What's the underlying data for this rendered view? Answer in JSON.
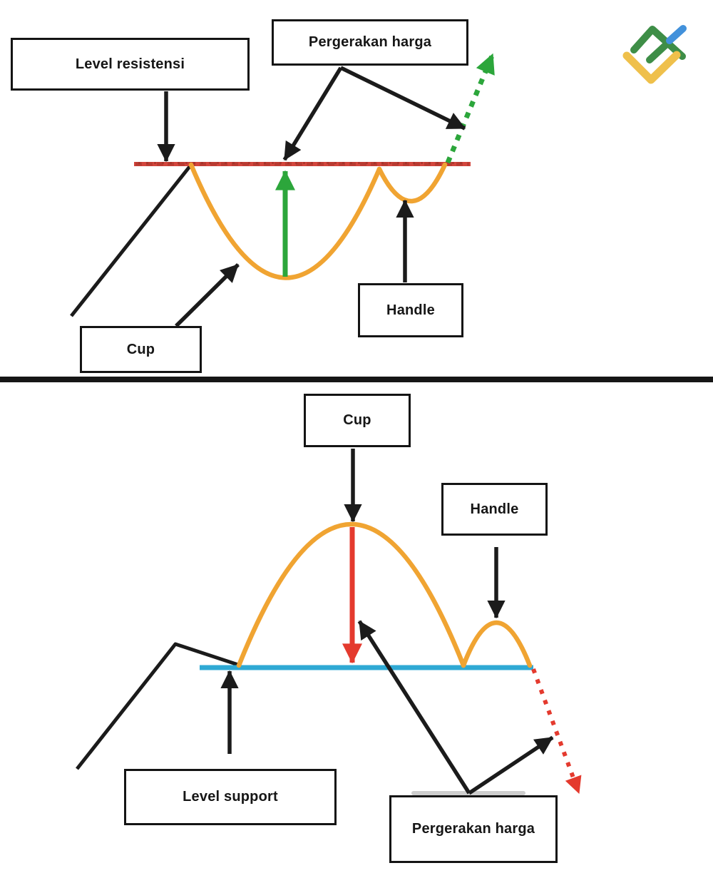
{
  "colors": {
    "background": "#ffffff",
    "ink": "#1b1b1b",
    "box-border": "#141414",
    "text": "#161616",
    "orange": "#F0A432",
    "green": "#2CA63B",
    "red": "#E43A2E",
    "red-line": "#D2453C",
    "red-line-dark": "#9E2F26",
    "blue": "#2FA9D4",
    "divider": "#161616",
    "smudge": "#9c9c9c",
    "logo-green": "#3E8E47",
    "logo-yellow": "#EFC04B",
    "logo-blue": "#4291DB"
  },
  "logo": {
    "icon": "litefinance-logo-icon"
  },
  "top": {
    "resistance_label": "Level resistensi",
    "price_label": "Pergerakan harga",
    "cup_label": "Cup",
    "handle_label": "Handle"
  },
  "bottom": {
    "cup_label": "Cup",
    "handle_label": "Handle",
    "support_label": "Level support",
    "price_label": "Pergerakan harga"
  }
}
